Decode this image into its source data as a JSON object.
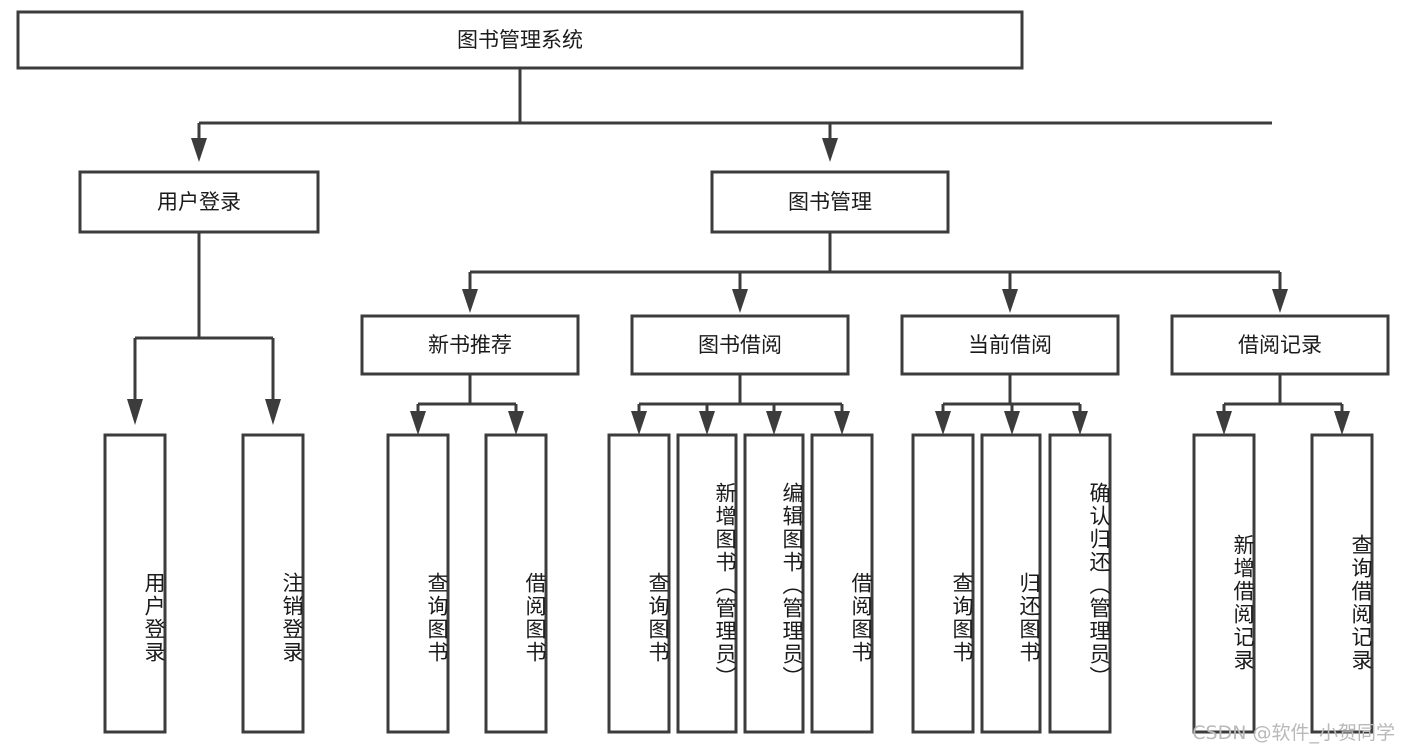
{
  "diagram": {
    "title": "图书管理系统",
    "type": "tree",
    "watermark": "CSDN @软件_小贺同学",
    "colors": {
      "stroke": "#3c3c3c",
      "fill": "#ffffff",
      "text": "#1b1b1b",
      "watermark": "#b9b9b9"
    },
    "root": {
      "label": "图书管理系统"
    },
    "level2": [
      {
        "id": "user-login",
        "label": "用户登录"
      },
      {
        "id": "book-manage",
        "label": "图书管理"
      }
    ],
    "level3": [
      {
        "id": "new-book-recommend",
        "label": "新书推荐",
        "parent": "book-manage"
      },
      {
        "id": "book-borrow",
        "label": "图书借阅",
        "parent": "book-manage"
      },
      {
        "id": "current-borrow",
        "label": "当前借阅",
        "parent": "book-manage"
      },
      {
        "id": "borrow-record",
        "label": "借阅记录",
        "parent": "book-manage"
      }
    ],
    "leaves": [
      {
        "id": "leaf-user-login",
        "label": "用户登录",
        "parent": "user-login"
      },
      {
        "id": "leaf-user-logout",
        "label": "注销登录",
        "parent": "user-login"
      },
      {
        "id": "leaf-query-book-1",
        "label": "查询图书",
        "parent": "new-book-recommend"
      },
      {
        "id": "leaf-borrow-book-1",
        "label": "借阅图书",
        "parent": "new-book-recommend"
      },
      {
        "id": "leaf-query-book-2",
        "label": "查询图书",
        "parent": "book-borrow"
      },
      {
        "id": "leaf-add-book",
        "label": "新增图书（管理员）",
        "parent": "book-borrow"
      },
      {
        "id": "leaf-edit-book",
        "label": "编辑图书（管理员）",
        "parent": "book-borrow"
      },
      {
        "id": "leaf-borrow-book-2",
        "label": "借阅图书",
        "parent": "book-borrow"
      },
      {
        "id": "leaf-query-book-3",
        "label": "查询图书",
        "parent": "current-borrow"
      },
      {
        "id": "leaf-return-book",
        "label": "归还图书",
        "parent": "current-borrow"
      },
      {
        "id": "leaf-confirm-return",
        "label": "确认归还（管理员）",
        "parent": "current-borrow"
      },
      {
        "id": "leaf-add-record",
        "label": "新增借阅记录",
        "parent": "borrow-record"
      },
      {
        "id": "leaf-query-record",
        "label": "查询借阅记录",
        "parent": "borrow-record"
      }
    ]
  }
}
